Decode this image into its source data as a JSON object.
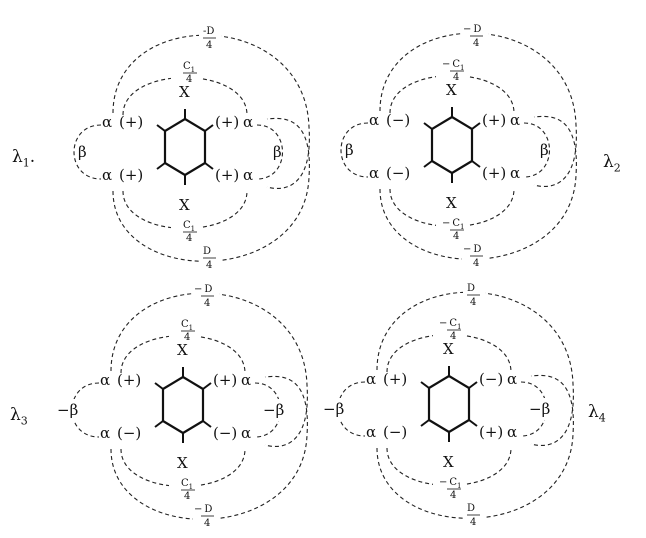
{
  "states": [
    {
      "lambda": "λ",
      "lambda_sub": "1",
      "substituent": "X",
      "alpha": "α",
      "signs": {
        "ul": "(+)",
        "ur": "(+)",
        "ll": "(+)",
        "lr": "(+)"
      },
      "beta_left": "β",
      "beta_right": "β",
      "c_top": {
        "sign": "",
        "num": "C",
        "num_sub": "1",
        "den": "4"
      },
      "c_bot": {
        "sign": "",
        "num": "C",
        "num_sub": "1",
        "den": "4"
      },
      "d_top": {
        "sign": "-",
        "num": "D",
        "den": "4"
      },
      "d_bot": {
        "sign": "",
        "num": "D",
        "den": "4"
      }
    },
    {
      "lambda": "λ",
      "lambda_sub": "2",
      "substituent": "X",
      "alpha": "α",
      "signs": {
        "ul": "(−)",
        "ur": "(+)",
        "ll": "(−)",
        "lr": "(+)"
      },
      "beta_left": "β",
      "beta_right": "β",
      "c_top": {
        "sign": "−",
        "num": "C",
        "num_sub": "1",
        "den": "4"
      },
      "c_bot": {
        "sign": "−",
        "num": "C",
        "num_sub": "1",
        "den": "4"
      },
      "d_top": {
        "sign": "−",
        "num": "D",
        "den": "4"
      },
      "d_bot": {
        "sign": "−",
        "num": "D",
        "den": "4"
      }
    },
    {
      "lambda": "λ",
      "lambda_sub": "3",
      "substituent": "X",
      "alpha": "α",
      "signs": {
        "ul": "(+)",
        "ur": "(+)",
        "ll": "(−)",
        "lr": "(−)"
      },
      "beta_left": "−β",
      "beta_right": "−β",
      "c_top": {
        "sign": "",
        "num": "C",
        "num_sub": "1",
        "den": "4"
      },
      "c_bot": {
        "sign": "",
        "num": "C",
        "num_sub": "1",
        "den": "4"
      },
      "d_top": {
        "sign": "−",
        "num": "D",
        "den": "4"
      },
      "d_bot": {
        "sign": "−",
        "num": "D",
        "den": "4"
      }
    },
    {
      "lambda": "λ",
      "lambda_sub": "4",
      "substituent": "X",
      "alpha": "α",
      "signs": {
        "ul": "(+)",
        "ur": "(−)",
        "ll": "(−)",
        "lr": "(+)"
      },
      "beta_left": "−β",
      "beta_right": "−β",
      "c_top": {
        "sign": "−",
        "num": "C",
        "num_sub": "1",
        "den": "4"
      },
      "c_bot": {
        "sign": "−",
        "num": "C",
        "num_sub": "1",
        "den": "4"
      },
      "d_top": {
        "sign": "",
        "num": "D",
        "den": "4"
      },
      "d_bot": {
        "sign": "",
        "num": "D",
        "den": "4"
      }
    }
  ]
}
